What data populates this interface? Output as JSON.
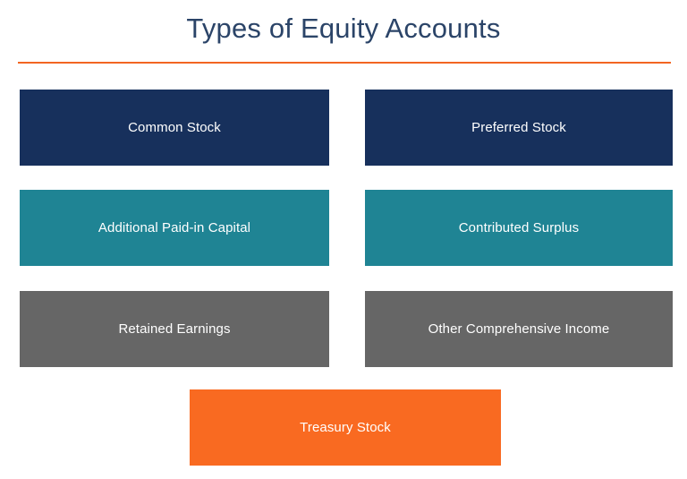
{
  "page": {
    "title": "Types of Equity Accounts",
    "background_color": "#ffffff"
  },
  "theme": {
    "title_color": "#2b4468",
    "rule_color": "#f26522",
    "navy": "#17305c",
    "teal": "#1f8494",
    "gray": "#666666",
    "orange": "#f96a21",
    "box_text_color": "#ffffff"
  },
  "diagram": {
    "rows": [
      {
        "boxes": [
          {
            "label": "Common Stock",
            "color_name": "navy",
            "color": "#17305c",
            "column": "left"
          },
          {
            "label": "Preferred Stock",
            "color_name": "navy",
            "color": "#17305c",
            "column": "right"
          }
        ]
      },
      {
        "boxes": [
          {
            "label": "Additional Paid-in Capital",
            "color_name": "teal",
            "color": "#1f8494",
            "column": "left"
          },
          {
            "label": "Contributed Surplus",
            "color_name": "teal",
            "color": "#1f8494",
            "column": "right"
          }
        ]
      },
      {
        "boxes": [
          {
            "label": "Retained Earnings",
            "color_name": "gray",
            "color": "#666666",
            "column": "left"
          },
          {
            "label": "Other Comprehensive Income",
            "color_name": "gray",
            "color": "#666666",
            "column": "right"
          }
        ]
      },
      {
        "boxes": [
          {
            "label": "Treasury Stock",
            "color_name": "orange",
            "color": "#f96a21",
            "column": "center"
          }
        ]
      }
    ]
  }
}
